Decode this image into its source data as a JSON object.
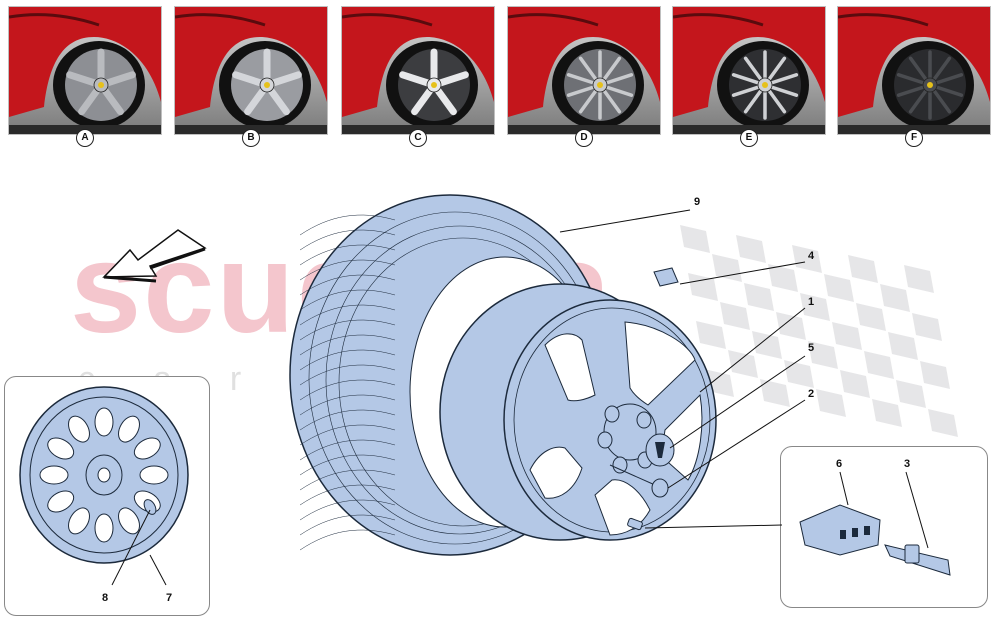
{
  "variants": [
    {
      "label": "A",
      "rim_color": "#8d8f94",
      "spoke_color": "#b9bbbf",
      "style": "5-spoke"
    },
    {
      "label": "B",
      "rim_color": "#9a9ca1",
      "spoke_color": "#d4d6da",
      "style": "5-spoke"
    },
    {
      "label": "C",
      "rim_color": "#3c3d40",
      "spoke_color": "#e8e9eb",
      "style": "5-spoke-diamond"
    },
    {
      "label": "D",
      "rim_color": "#6e7075",
      "spoke_color": "#c8cacd",
      "style": "10-spoke"
    },
    {
      "label": "E",
      "rim_color": "#2e2f32",
      "spoke_color": "#cfd1d4",
      "style": "10-spoke-diamond"
    },
    {
      "label": "F",
      "rim_color": "#2a2b2e",
      "spoke_color": "#4a4c50",
      "style": "10-spoke-dark"
    }
  ],
  "callouts": {
    "n1": "1",
    "n2": "2",
    "n3": "3",
    "n4": "4",
    "n5": "5",
    "n6": "6",
    "n7": "7",
    "n8": "8",
    "n9": "9"
  },
  "watermark": {
    "big": "scuderia",
    "small": "car parts"
  },
  "colors": {
    "part_fill": "#b4c8e6",
    "part_stroke": "#1c2a3c",
    "car_red": "#c4161c",
    "watermark_red": "#f4c6cd"
  }
}
